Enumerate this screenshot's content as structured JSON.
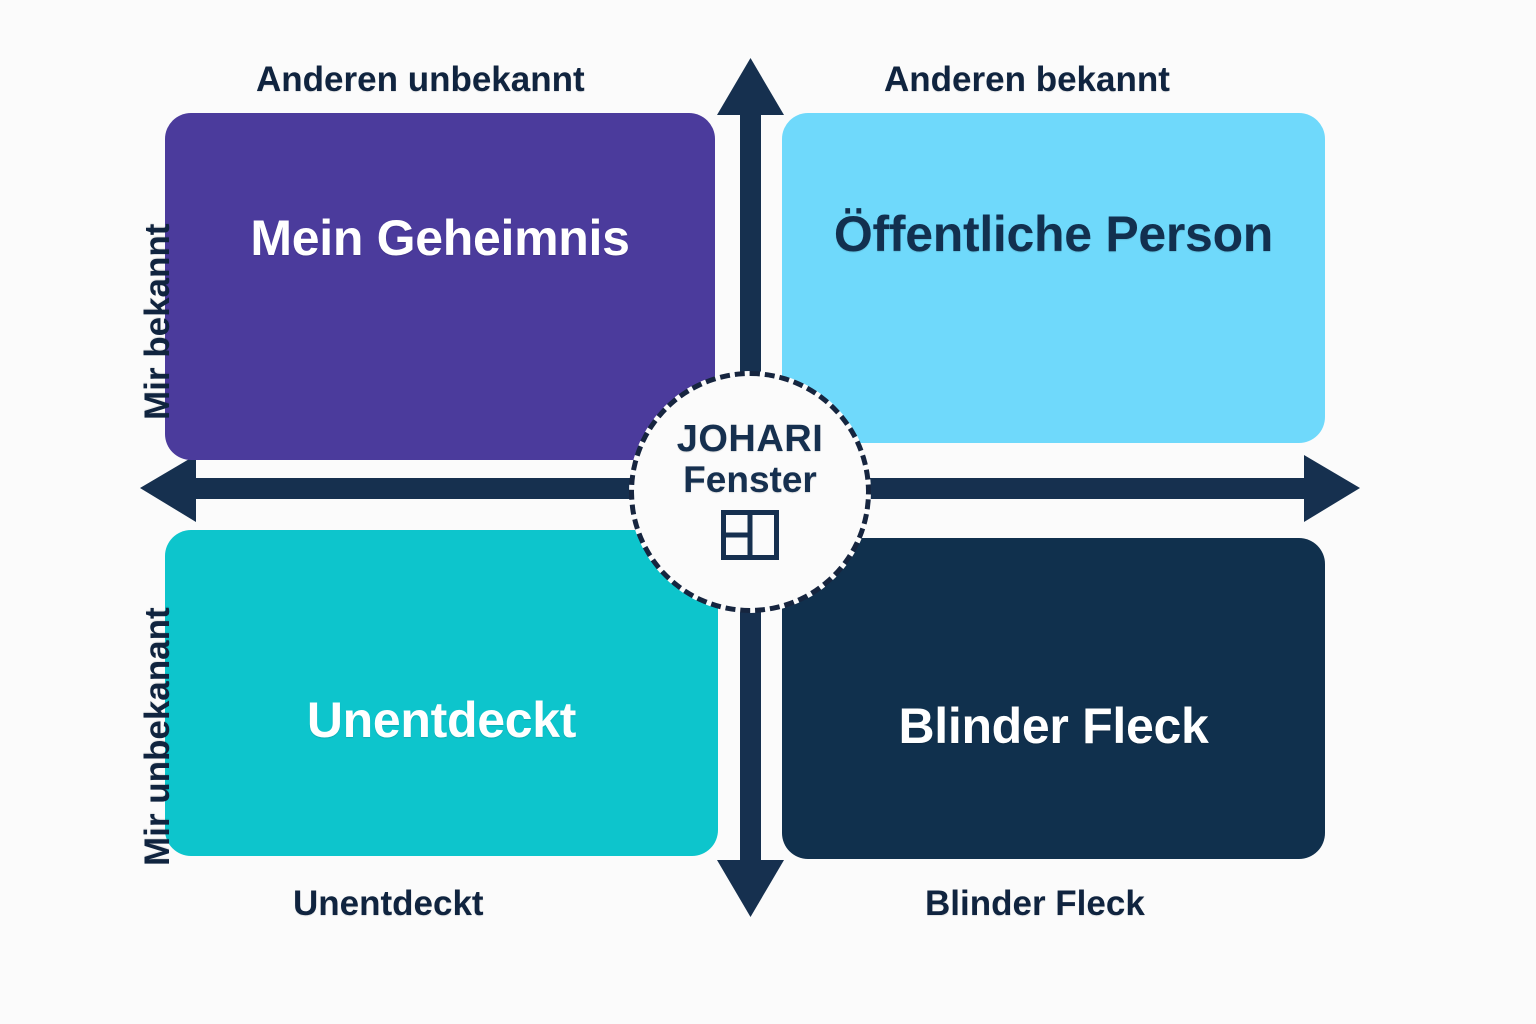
{
  "diagram": {
    "title": "JOHARI Fenster",
    "background_color": "#fbfbfb",
    "axis_color": "#16304f"
  },
  "center": {
    "title": "JOHARI",
    "subtitle": "Fenster",
    "icon": "window-grid-icon",
    "border_style": "dashed",
    "border_color": "#16253f",
    "fill_color": "#fbfbfb"
  },
  "axis_captions": {
    "top_left": "Anderen unbekannt",
    "top_right": "Anderen bekannt",
    "bottom_left": "Unentdeckt",
    "bottom_right": "Blinder Fleck",
    "left_top": "Mir bekannt",
    "left_bottom": "Mir unbekanant"
  },
  "quadrants": [
    {
      "id": "secret",
      "label": "Mein Geheimnis",
      "fill": "#4b3b9c",
      "text_color": "#ffffff",
      "position": "top-left"
    },
    {
      "id": "public",
      "label": "Öffentliche Person",
      "fill": "#6fd9fb",
      "text_color": "#12304f",
      "position": "top-right"
    },
    {
      "id": "unknown",
      "label": "Unentdeckt",
      "fill": "#0dc5cc",
      "text_color": "#ffffff",
      "position": "bottom-left"
    },
    {
      "id": "blind",
      "label": "Blinder Fleck",
      "fill": "#10304d",
      "text_color": "#ffffff",
      "position": "bottom-right"
    }
  ],
  "chart_data": {
    "type": "table",
    "title": "JOHARI Fenster",
    "xlabel": "Anderen unbekannt ↔ Anderen bekannt",
    "ylabel": "Mir bekannt ↔ Mir unbekanant",
    "categories": [
      "Mein Geheimnis",
      "Öffentliche Person",
      "Unentdeckt",
      "Blinder Fleck"
    ],
    "cells": [
      {
        "row": "Mir bekannt",
        "col": "Anderen unbekannt",
        "label": "Mein Geheimnis",
        "color": "#4b3b9c"
      },
      {
        "row": "Mir bekannt",
        "col": "Anderen bekannt",
        "label": "Öffentliche Person",
        "color": "#6fd9fb"
      },
      {
        "row": "Mir unbekanant",
        "col": "Anderen unbekannt",
        "label": "Unentdeckt",
        "color": "#0dc5cc"
      },
      {
        "row": "Mir unbekanant",
        "col": "Anderen bekannt",
        "label": "Blinder Fleck",
        "color": "#10304d"
      }
    ],
    "legend": []
  }
}
